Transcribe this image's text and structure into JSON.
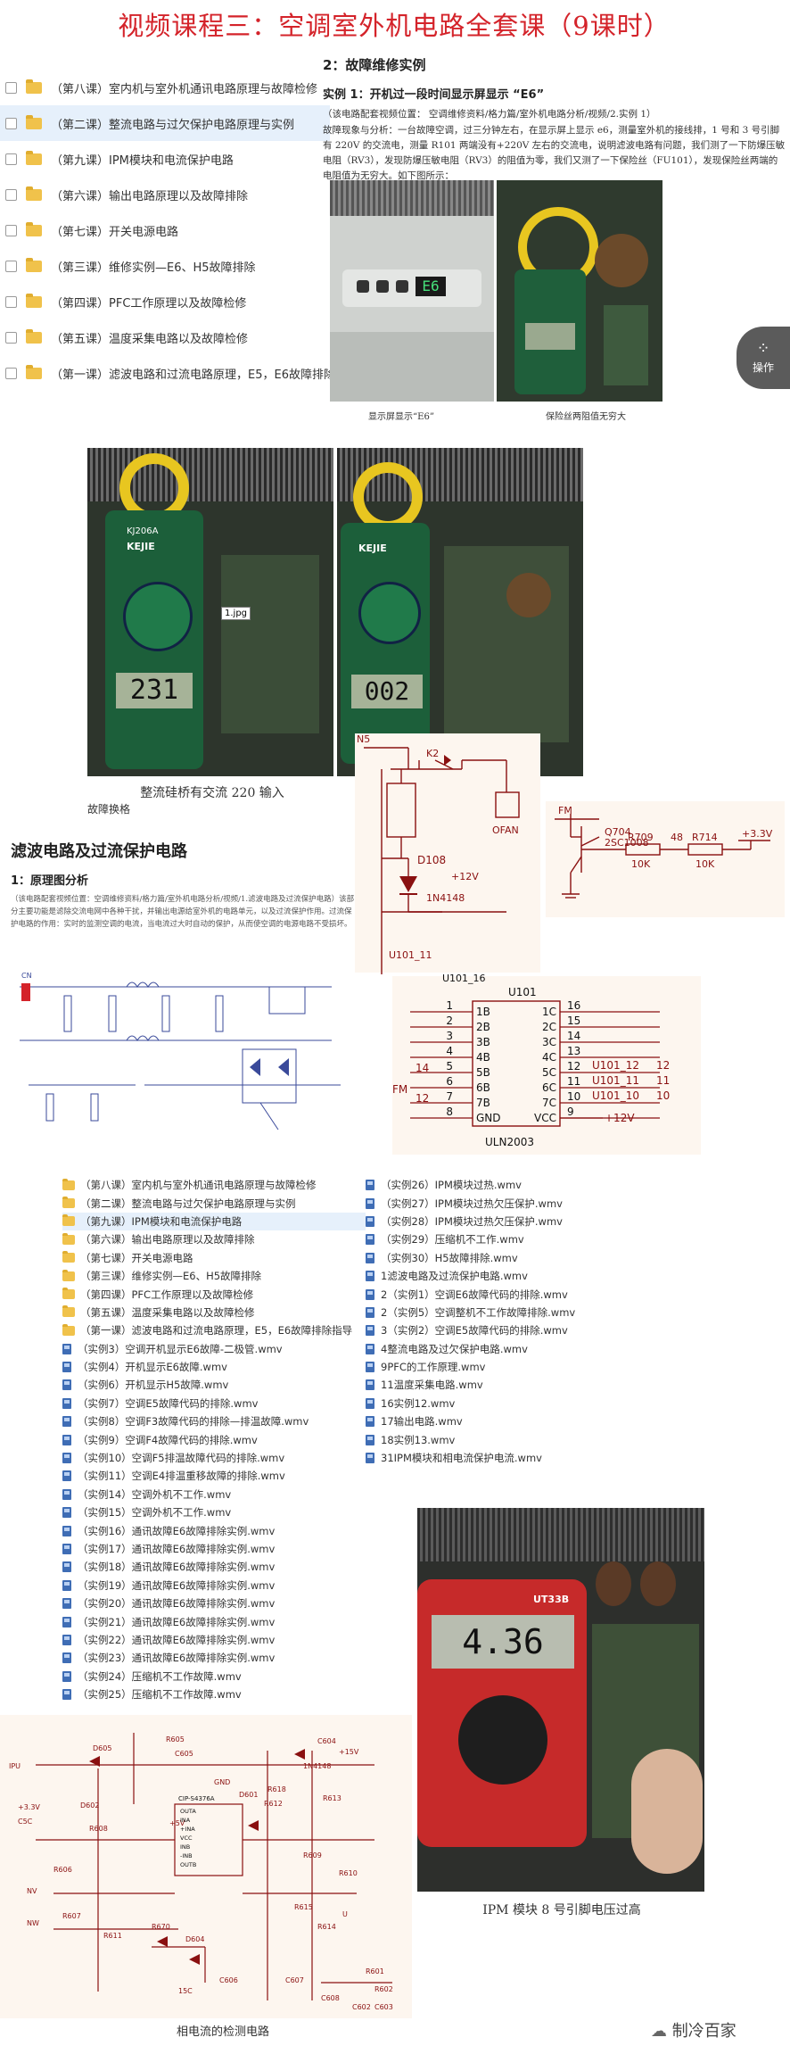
{
  "title": "视频课程三：空调室外机电路全套课（9课时）",
  "folder_list": [
    {
      "label": "（第八课）室内机与室外机通讯电路原理与故障检修",
      "selected": false
    },
    {
      "label": "（第二课）整流电路与过欠保护电路原理与实例",
      "selected": true
    },
    {
      "label": "（第九课）IPM模块和电流保护电路",
      "selected": false
    },
    {
      "label": "（第六课）输出电路原理以及故障排除",
      "selected": false
    },
    {
      "label": "（第七课）开关电源电路",
      "selected": false
    },
    {
      "label": "（第三课）维修实例—E6、H5故障排除",
      "selected": false
    },
    {
      "label": "（第四课）PFC工作原理以及故障检修",
      "selected": false
    },
    {
      "label": "（第五课）温度采集电路以及故障检修",
      "selected": false
    },
    {
      "label": "（第一课）滤波电路和过流电路原理，E5，E6故障排除指导",
      "selected": false
    }
  ],
  "doc1": {
    "heading": "2：故障维修实例",
    "example_title": "实例 1：开机过一段时间显示屏显示 “E6”",
    "source": "（该电路配套视频位置：  空调维修资料/格力篇/室外机电路分析/视频/2.实例 1）",
    "body": "故障现象与分析：一台故障空调，过三分钟左右，在显示屏上显示 e6，测量室外机的接线排，1 号和 3 号引脚有 220V 的交流电，测量 R101 两端没有+220V 左右的交流电，说明滤波电路有问题，我们测了一下防爆压敏电阻（RV3），发现防爆压敏电阻（RV3）的阻值为零，我们又测了一下保险丝（FU101），发现保险丝两端的电阻值为无穷大。如下图所示：",
    "caption_left": "显示屏显示“E6”",
    "caption_right": "保险丝两阻值无穷大",
    "display_code": "E6"
  },
  "photo_row2": {
    "meter_brand": "KEJIE",
    "meter_model": "KJ206A",
    "reading_left": "231",
    "reading_right": "002",
    "file_tag": "1.jpg",
    "caption": "整流硅桥有交流 220 输入",
    "caption_cut": "故障换格"
  },
  "schematic_top": {
    "n5": "N5",
    "k2": "K2",
    "d108": "D108",
    "diode_part": "1N4148",
    "plus12": "+12V",
    "ofan": "OFAN",
    "u101_11": "U101_11",
    "u101_16": "U101_16",
    "fm": "FM",
    "q704": "Q704",
    "q_part": "2SC1008",
    "r709": "R709",
    "r709_val": "10K",
    "r714": "R714",
    "r714_val": "10K",
    "plus33": "+3.3V",
    "net48": "48"
  },
  "ic": {
    "name": "U101",
    "part": "ULN2003",
    "left_pins": [
      "1",
      "2",
      "3",
      "4",
      "5",
      "6",
      "7",
      "8"
    ],
    "left_names": [
      "1B",
      "2B",
      "3B",
      "4B",
      "5B",
      "6B",
      "7B",
      "GND"
    ],
    "right_names": [
      "1C",
      "2C",
      "3C",
      "4C",
      "5C",
      "6C",
      "7C",
      "VCC"
    ],
    "right_pins": [
      "16",
      "15",
      "14",
      "13",
      "12",
      "11",
      "10",
      "9"
    ],
    "ext_left_14": "14",
    "ext_left_12": "12",
    "fm": "FM",
    "ext_right": [
      "U101_12",
      "U101_11",
      "U101_10"
    ],
    "ext_right_nums": [
      "12",
      "11",
      "10"
    ],
    "vcc": "+12V"
  },
  "doc2": {
    "heading": "滤波电路及过流保护电路",
    "sub": "1：原理图分析",
    "body": "（该电路配套视频位置：空调维修资料/格力篇/室外机电路分析/视频/1.滤波电路及过流保护电路）该部分主要功能是滤除交流电网中各种干扰，并输出电源给室外机的电路单元，以及过流保护作用。过流保护电路的作用：实时的监测空调的电流，当电流过大时自动的保护，从而使空调的电源电路不受损坏。"
  },
  "schematic_mini_label": "CN",
  "file_list_col1": [
    {
      "kind": "folder",
      "label": "（第八课）室内机与室外机通讯电路原理与故障检修"
    },
    {
      "kind": "folder",
      "label": "（第二课）整流电路与过欠保护电路原理与实例"
    },
    {
      "kind": "folder",
      "label": "（第九课）IPM模块和电流保护电路",
      "selected": true
    },
    {
      "kind": "folder",
      "label": "（第六课）输出电路原理以及故障排除"
    },
    {
      "kind": "folder",
      "label": "（第七课）开关电源电路"
    },
    {
      "kind": "folder",
      "label": "（第三课）维修实例—E6、H5故障排除"
    },
    {
      "kind": "folder",
      "label": "（第四课）PFC工作原理以及故障检修"
    },
    {
      "kind": "folder",
      "label": "（第五课）温度采集电路以及故障检修"
    },
    {
      "kind": "folder",
      "label": "（第一课）滤波电路和过流电路原理，E5，E6故障排除指导"
    },
    {
      "kind": "wmv",
      "label": "（实例3）空调开机显示E6故障-二极管.wmv"
    },
    {
      "kind": "wmv",
      "label": "（实例4）开机显示E6故障.wmv"
    },
    {
      "kind": "wmv",
      "label": "（实例6）开机显示H5故障.wmv"
    },
    {
      "kind": "wmv",
      "label": "（实例7）空调E5故障代码的排除.wmv"
    },
    {
      "kind": "wmv",
      "label": "（实例8）空调F3故障代码的排除—排温故障.wmv"
    },
    {
      "kind": "wmv",
      "label": "（实例9）空调F4故障代码的排除.wmv"
    },
    {
      "kind": "wmv",
      "label": "（实例10）空调F5排温故障代码的排除.wmv"
    },
    {
      "kind": "wmv",
      "label": "（实例11）空调E4排温重移故障的排除.wmv"
    },
    {
      "kind": "wmv",
      "label": "（实例14）空调外机不工作.wmv"
    },
    {
      "kind": "wmv",
      "label": "（实例15）空调外机不工作.wmv"
    },
    {
      "kind": "wmv",
      "label": "（实例16）通讯故障E6故障排除实例.wmv"
    },
    {
      "kind": "wmv",
      "label": "（实例17）通讯故障E6故障排除实例.wmv"
    },
    {
      "kind": "wmv",
      "label": "（实例18）通讯故障E6故障排除实例.wmv"
    },
    {
      "kind": "wmv",
      "label": "（实例19）通讯故障E6故障排除实例.wmv"
    },
    {
      "kind": "wmv",
      "label": "（实例20）通讯故障E6故障排除实例.wmv"
    },
    {
      "kind": "wmv",
      "label": "（实例21）通讯故障E6故障排除实例.wmv"
    },
    {
      "kind": "wmv",
      "label": "（实例22）通讯故障E6故障排除实例.wmv"
    },
    {
      "kind": "wmv",
      "label": "（实例23）通讯故障E6故障排除实例.wmv"
    },
    {
      "kind": "wmv",
      "label": "（实例24）压缩机不工作故障.wmv"
    },
    {
      "kind": "wmv",
      "label": "（实例25）压缩机不工作故障.wmv"
    }
  ],
  "file_list_col2": [
    "（实例26）IPM模块过热.wmv",
    "（实例27）IPM模块过热欠压保护.wmv",
    "（实例28）IPM模块过热欠压保护.wmv",
    "（实例29）压缩机不工作.wmv",
    "（实例30）H5故障排除.wmv",
    "1滤波电路及过流保护电路.wmv",
    "2（实例1）空调E6故障代码的排除.wmv",
    "2（实例5）空调整机不工作故障排除.wmv",
    "3（实例2）空调E5故障代码的排除.wmv",
    "4整流电路及过欠保护电路.wmv",
    "9PFC的工作原理.wmv",
    "11温度采集电路.wmv",
    "16实例12.wmv",
    "17输出电路.wmv",
    "18实例13.wmv",
    "31IPM模块和相电流保护电流.wmv"
  ],
  "multimeter": {
    "model": "UT33B",
    "reading": "4.36",
    "caption": "IPM 模块 8 号引脚电压过高"
  },
  "bottom_schematic": {
    "caption": "相电流的检测电路",
    "ic_label": "CIP-S4376A",
    "pins_left": [
      "OUTA",
      "INA",
      "+INA",
      "VCC",
      "INB",
      "-INB",
      "OUTB"
    ],
    "labels": [
      "+3.3V",
      "+5V",
      "R605",
      "D605",
      "C605",
      "R618",
      "D601",
      "C604",
      "R613",
      "R612",
      "R608",
      "R609",
      "R610",
      "R611",
      "D602",
      "R606",
      "R607",
      "R615",
      "R614",
      "R670",
      "D604",
      "C606",
      "C607",
      "C608",
      "R601",
      "R602",
      "C602",
      "C603",
      "IPU",
      "GND",
      "U",
      "NV",
      "NW",
      "15C",
      "C5C",
      "+15V",
      "1N4148"
    ]
  },
  "fab_label": "操作",
  "watermark": "制冷百家"
}
